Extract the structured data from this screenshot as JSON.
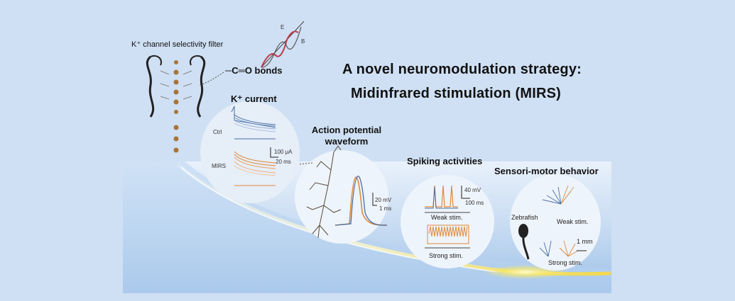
{
  "headline": {
    "line1": "A novel neuromodulation strategy:",
    "line2": "Midinfrared stimulation (MIRS)"
  },
  "filter_section": {
    "title": "K⁺ channel selectivity filter",
    "bond_label": "O bonds",
    "bond_prefix": "─C═",
    "wave_labels": [
      "E",
      "B"
    ]
  },
  "k_current": {
    "title": "K⁺ current",
    "ctrl_label": "Ctrl",
    "mirs_label": "MIRS",
    "scale_current": "100 μA",
    "scale_time": "20 ms",
    "colors": {
      "ctrl": "#4a6fa5",
      "mirs": "#e08a3c"
    }
  },
  "action_potential": {
    "title_line1": "Action potential",
    "title_line2": "waveform",
    "scale_voltage": "20 mV",
    "scale_time": "1 ms"
  },
  "spiking": {
    "title": "Spiking activities",
    "scale_voltage": "40 mV",
    "scale_time": "100 ms",
    "weak_label": "Weak stim.",
    "strong_label": "Strong stim."
  },
  "behavior": {
    "title": "Sensori-motor behavior",
    "animal_label": "Zebrafish",
    "weak_label": "Weak stim.",
    "strong_label": "Strong stim.",
    "scale_label": "1 mm"
  },
  "colors": {
    "background": "#cfe0f4",
    "panel_top": "#eaf2fb",
    "panel_bottom": "#a9c8ec",
    "beam": "#f4e36a",
    "trace_orange": "#e08a3c",
    "trace_blue": "#4a6fa5"
  }
}
